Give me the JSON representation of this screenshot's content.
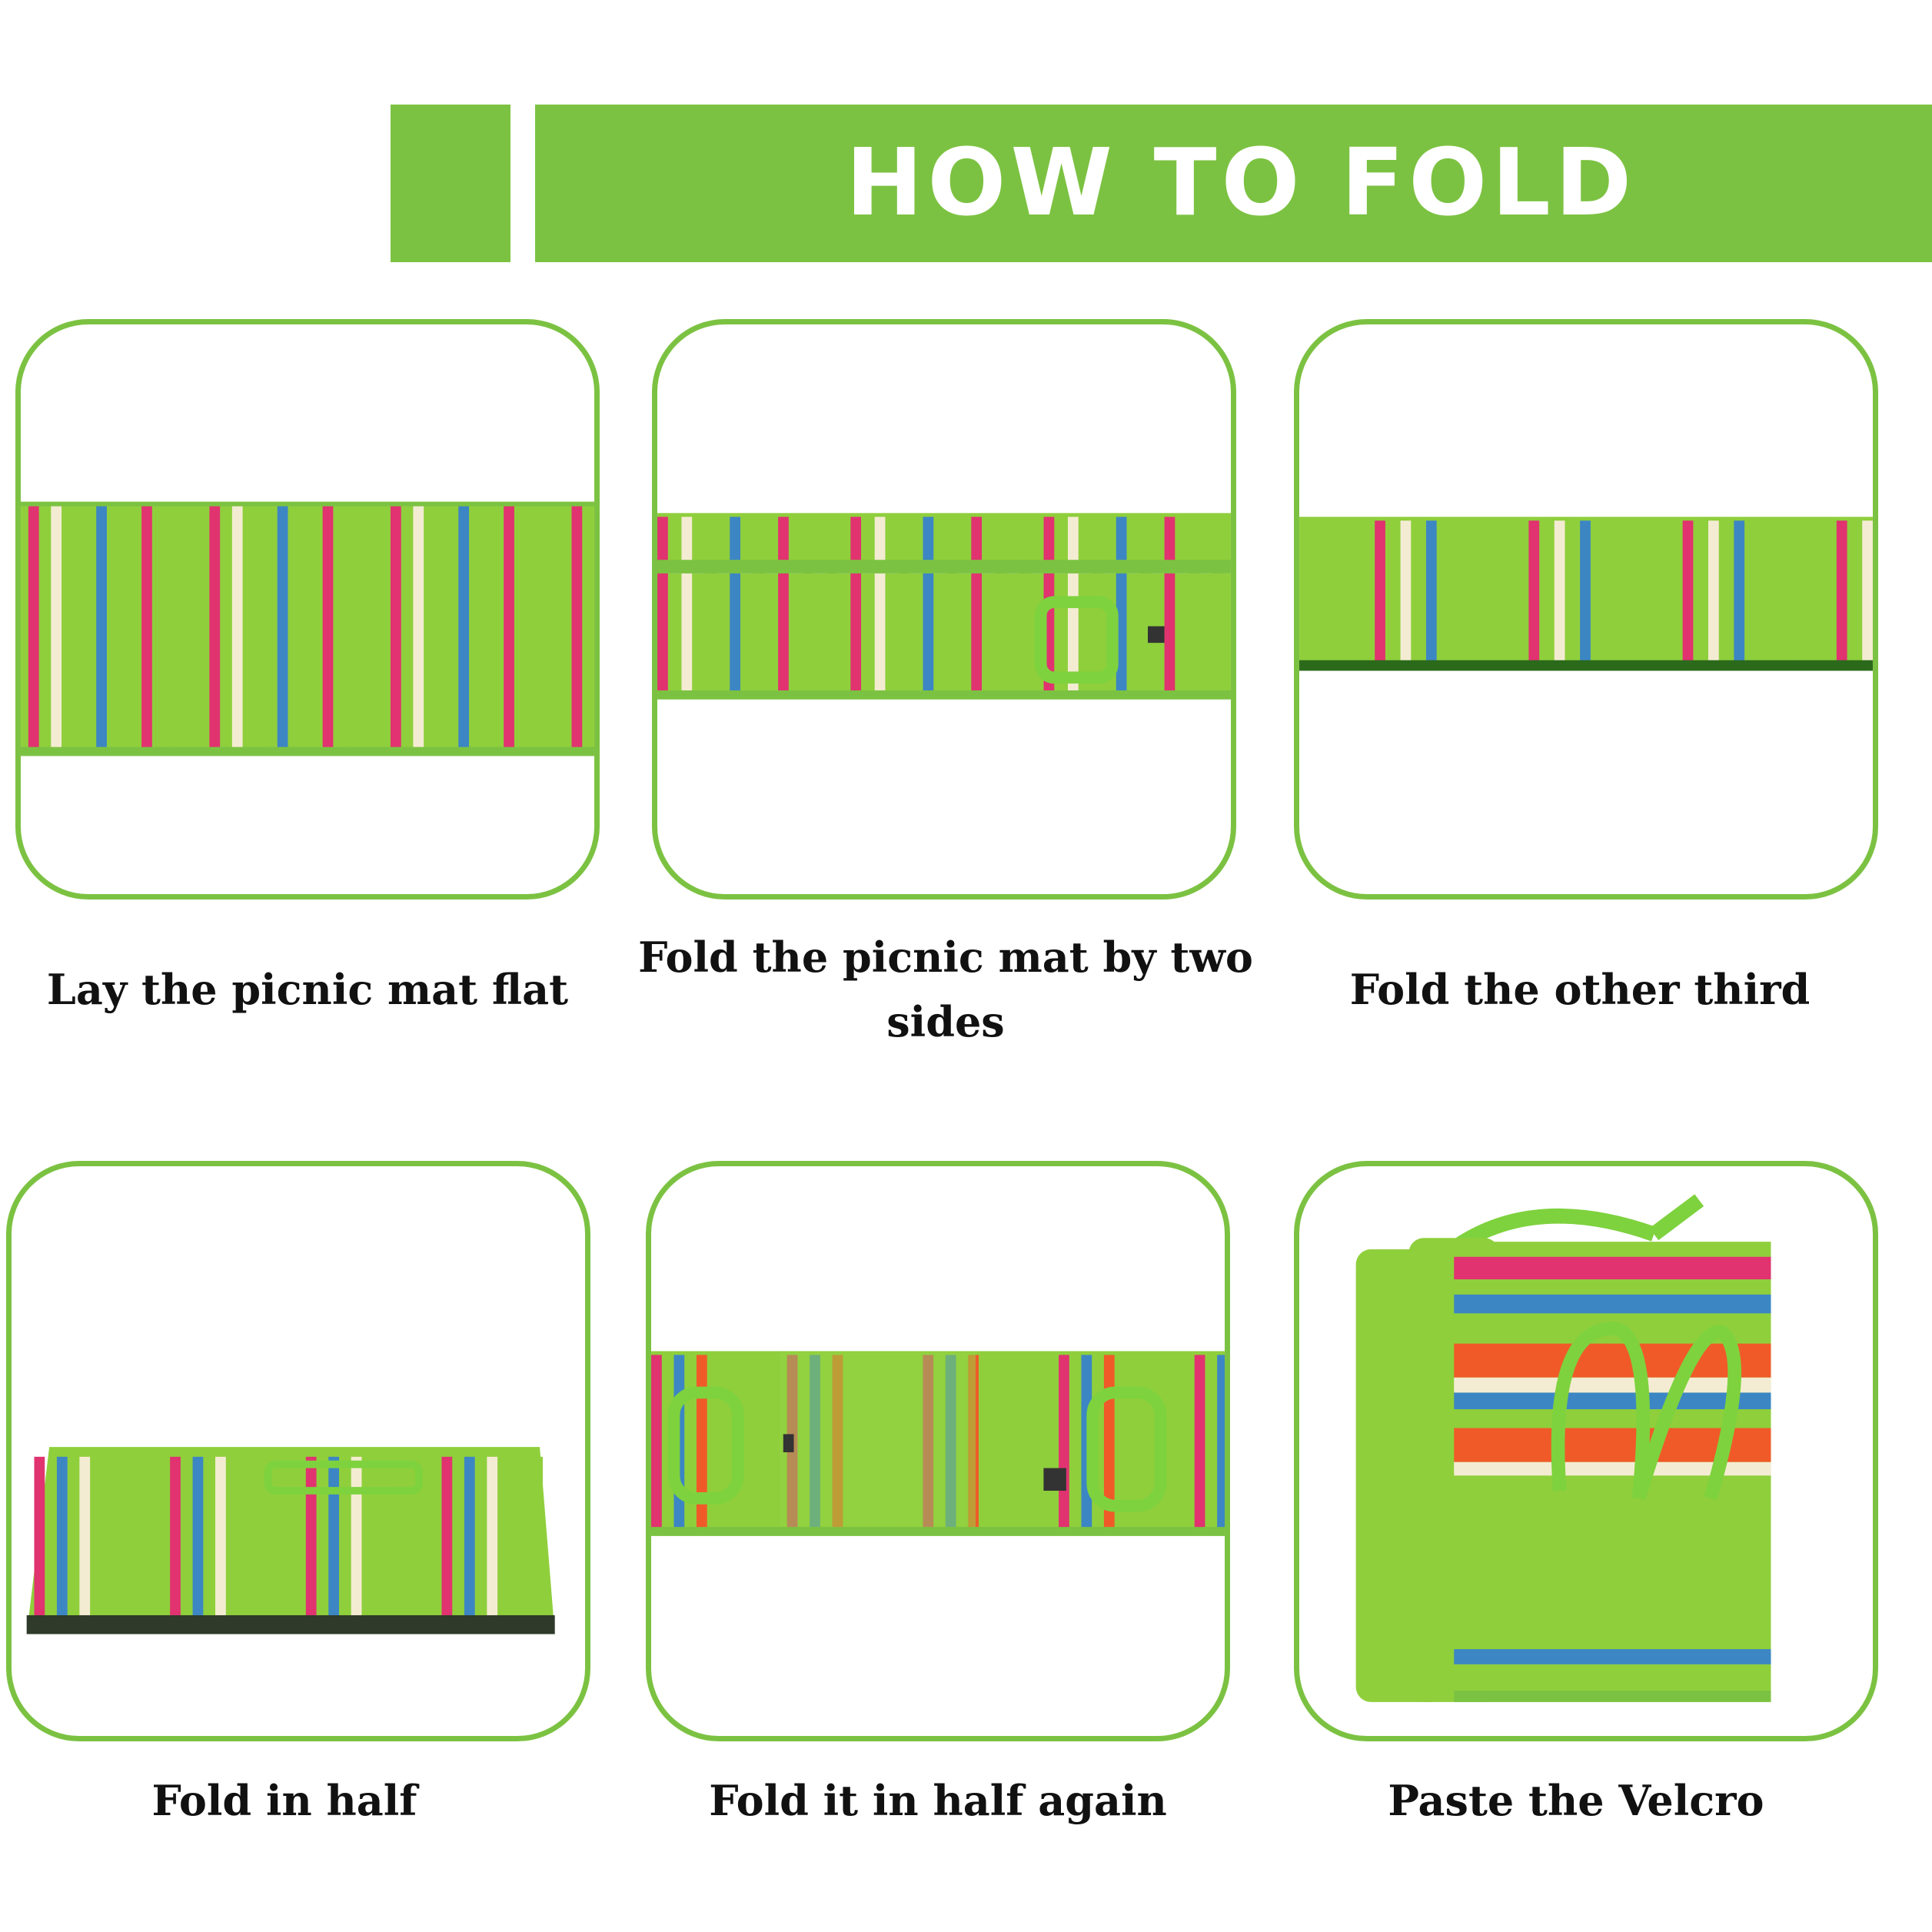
{
  "header": {
    "title": "HOW TO FOLD"
  },
  "steps": [
    {
      "caption": "Lay the picnic mat flat"
    },
    {
      "caption": "Fold the picnic mat by two sides"
    },
    {
      "caption": "Fold the other third"
    },
    {
      "caption": "Fold in half"
    },
    {
      "caption": "Fold it in half again"
    },
    {
      "caption": "Paste the Velcro"
    }
  ],
  "colors": {
    "accent_green": "#7cc242",
    "mat_green": "#8fcf3c",
    "stripe_pink": "#e0336f",
    "stripe_blue": "#3c86c4",
    "stripe_cream": "#f4ecd2",
    "stripe_orange": "#f05a28"
  }
}
